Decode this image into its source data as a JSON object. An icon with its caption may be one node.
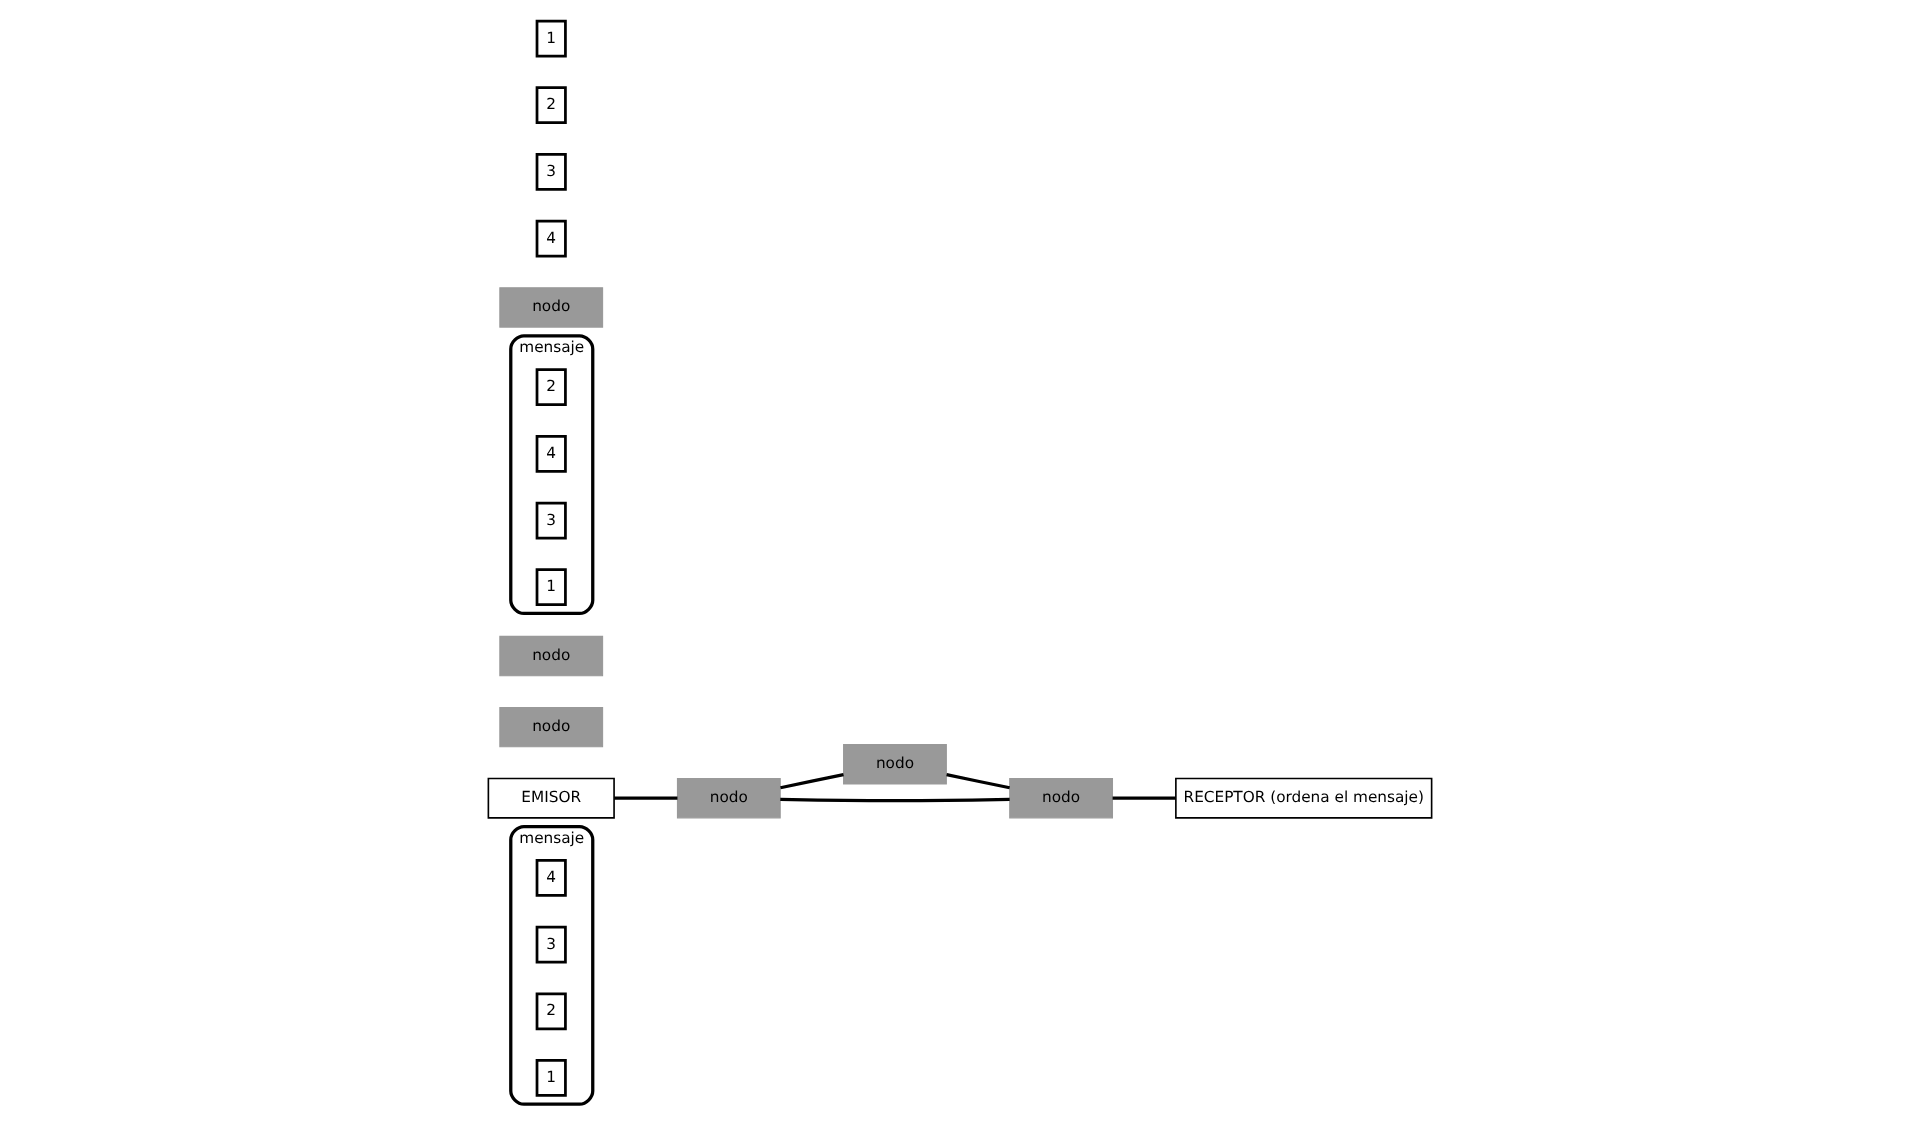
{
  "diagram": {
    "nodes": [
      {
        "text": [
          "mensaje"
        ]
      },
      {
        "text": [
          "4"
        ],
        "in": 0
      },
      {
        "text": [
          "3"
        ],
        "in": 0
      },
      {
        "text": [
          "2"
        ],
        "in": 0
      },
      {
        "text": [
          "1"
        ],
        "in": 0
      },
      {
        "text": [
          "EMISOR"
        ]
      },
      {
        "text": [
          "nodo"
        ]
      },
      {
        "text": [
          "nodo"
        ]
      },
      {
        "text": [
          "nodo"
        ]
      },
      {
        "text": [
          "nodo"
        ]
      },
      {
        "text": [
          "mensaje"
        ]
      },
      {
        "text": [
          "2"
        ],
        "in": 10
      },
      {
        "text": [
          "4"
        ],
        "in": 10
      },
      {
        "text": [
          "3"
        ],
        "in": 10
      },
      {
        "text": [
          "1"
        ],
        "in": 10
      },
      {
        "text": [
          "nodo"
        ]
      },
      {
        "text": [
          "nodo"
        ]
      },
      {
        "text": [
          "RECEPTOR (ordena el mensaje)"
        ]
      },
      {
        "text": [
          "4"
        ]
      },
      {
        "text": [
          "3"
        ]
      },
      {
        "text": [
          "2"
        ]
      },
      {
        "text": [
          "1"
        ]
      }
    ],
    "edges": [
      {
        "from": 5,
        "to": 6,
        "arrow": "none"
      },
      {
        "from": 6,
        "to": 8,
        "arrow": "none"
      },
      {
        "from": 8,
        "to": 16,
        "arrow": "none"
      },
      {
        "from": 6,
        "to": 16,
        "arrow": "none"
      },
      {
        "from": 16,
        "to": 17,
        "arrow": "none"
      }
    ]
  }
}
